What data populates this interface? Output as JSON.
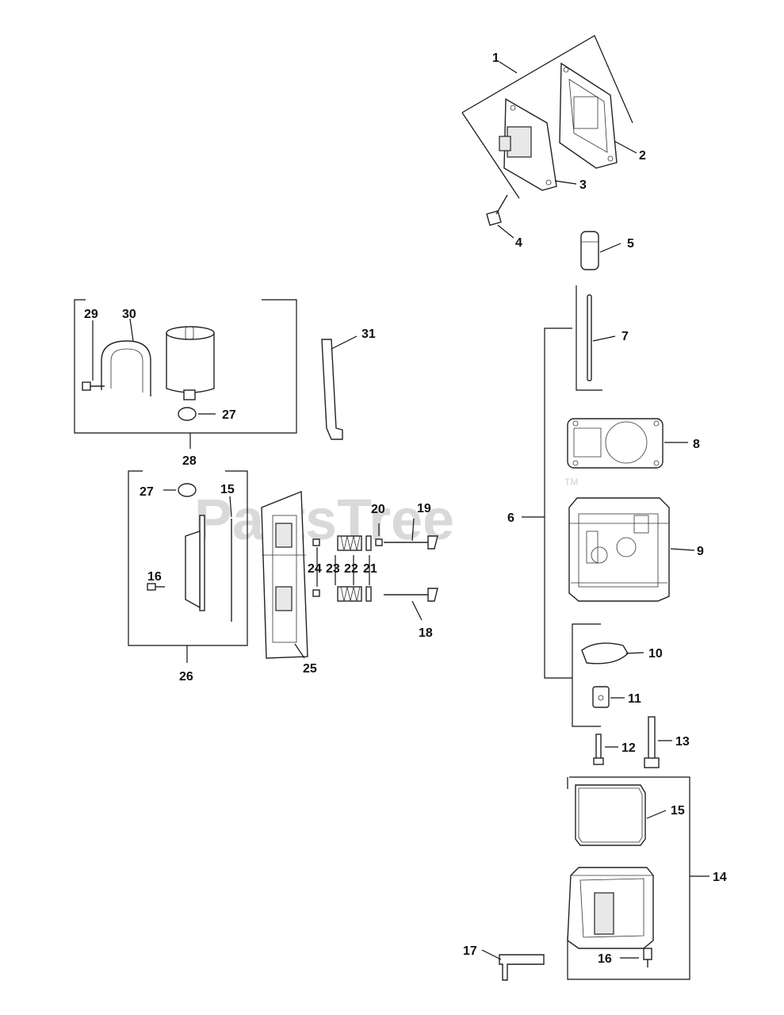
{
  "watermark": {
    "text": "PartsTree",
    "tm": "TM"
  },
  "labels": {
    "l1": "1",
    "l2": "2",
    "l3": "3",
    "l4": "4",
    "l5": "5",
    "l6": "6",
    "l7": "7",
    "l8": "8",
    "l9": "9",
    "l10": "10",
    "l11": "11",
    "l12": "12",
    "l13": "13",
    "l14": "14",
    "l15a": "15",
    "l15b": "15",
    "l16a": "16",
    "l16b": "16",
    "l17": "17",
    "l18": "18",
    "l19": "19",
    "l20": "20",
    "l21": "21",
    "l22": "22",
    "l23": "23",
    "l24": "24",
    "l25": "25",
    "l26": "26",
    "l27a": "27",
    "l27b": "27",
    "l28": "28",
    "l29": "29",
    "l30": "30",
    "l31": "31"
  }
}
